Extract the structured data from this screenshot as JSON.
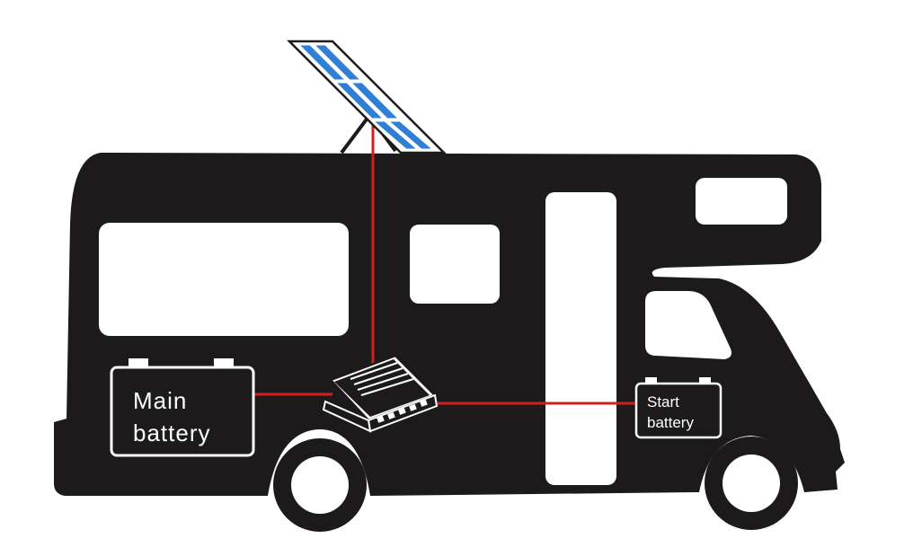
{
  "diagram": {
    "main_battery": {
      "line1": "Main",
      "line2": "battery"
    },
    "start_battery": {
      "line1": "Start",
      "line2": "battery"
    },
    "colors": {
      "vehicle": "#1c1a1a",
      "wire": "#d0201e",
      "panel_cells": "#2f7fd6",
      "background": "#ffffff"
    },
    "icons": [
      "solar-panel-icon",
      "charge-controller-icon",
      "main-battery-icon",
      "start-battery-icon",
      "motorhome-icon"
    ]
  }
}
